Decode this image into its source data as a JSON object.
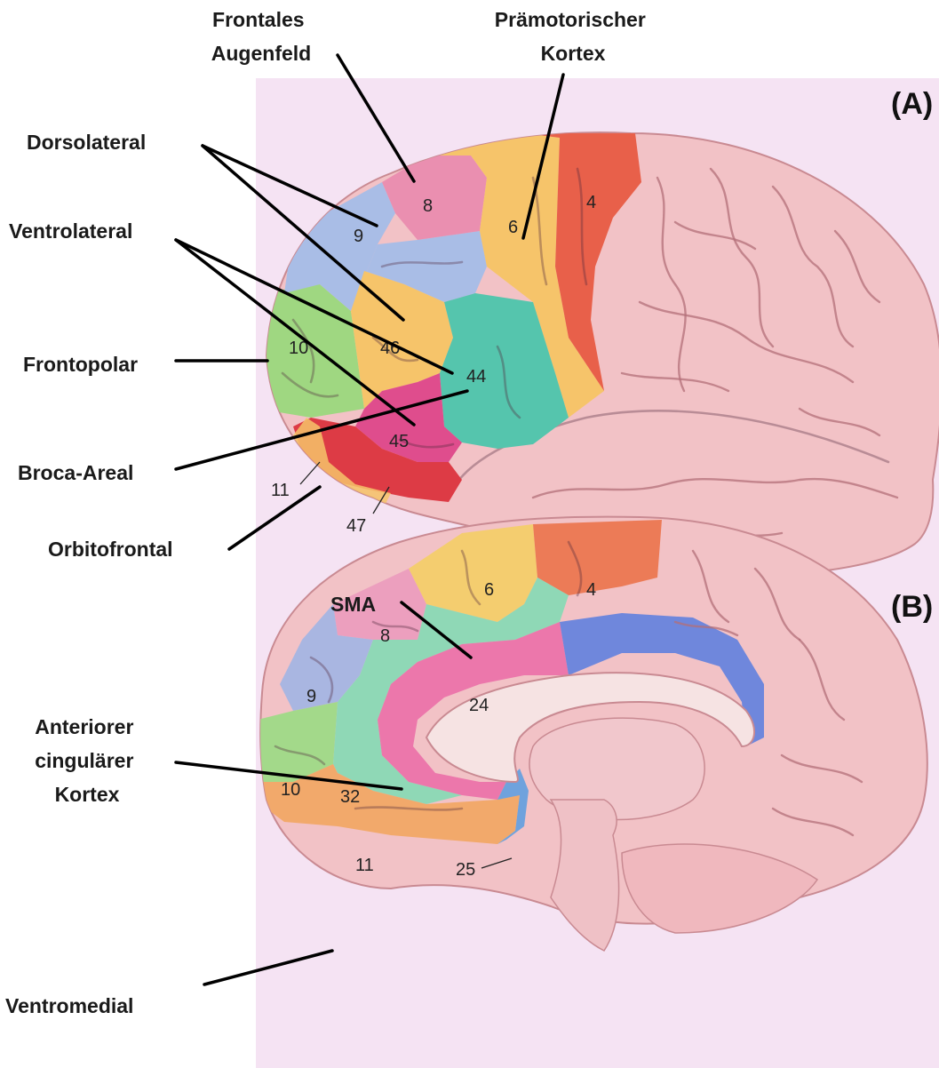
{
  "panels": [
    {
      "letter": "(A)"
    },
    {
      "letter": "(B)"
    }
  ],
  "callouts": {
    "frontal_eye_field": [
      "Frontales",
      "Augenfeld"
    ],
    "premotor": [
      "Prämotorischer",
      "Kortex"
    ],
    "dorsolateral": "Dorsolateral",
    "ventrolateral": "Ventrolateral",
    "frontopolar": "Frontopolar",
    "broca": "Broca-Areal",
    "orbitofrontal": "Orbitofrontal",
    "sma": "SMA",
    "anterior_cingulate": [
      "Anteriorer",
      "cingulärer",
      "Kortex"
    ],
    "ventromedial": "Ventromedial"
  },
  "lateral_areas": {
    "a8": "8",
    "a9": "9",
    "a6": "6",
    "a4": "4",
    "a10": "10",
    "a46": "46",
    "a44": "44",
    "a45": "45",
    "a11": "11",
    "a47": "47"
  },
  "medial_areas": {
    "a6": "6",
    "a4": "4",
    "a8": "8",
    "a9": "9",
    "a24": "24",
    "a10": "10",
    "a32": "32",
    "a11": "11",
    "a25": "25"
  },
  "colors": {
    "background_panel": "#f5e3f3",
    "cortex": "#f2c2c6",
    "area_8": "#ea8fb0",
    "area_9": "#a9bde6",
    "area_6": "#f6c46a",
    "area_4": "#e8604a",
    "area_10": "#9fd781",
    "area_46": "#f6c46a",
    "area_44": "#55c5ad",
    "area_45": "#df4d8d",
    "area_47": "#dd3b45",
    "medial_6": "#f4cd6f",
    "medial_4": "#ec7b57",
    "medial_8": "#ec9fbe",
    "medial_9": "#a9b6e1",
    "medial_24": "#ec77ab",
    "medial_32": "#8fd8b6",
    "medial_10": "#a3d98a",
    "medial_11": "#f2a96b",
    "medial_25": "#6fa2dd",
    "posterior_cingulate": "#6f87dc"
  }
}
